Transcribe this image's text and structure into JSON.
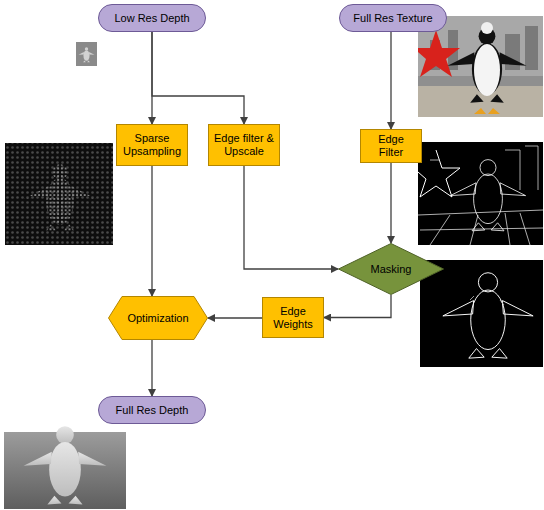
{
  "diagram": {
    "nodes": [
      {
        "text": [
          "Low Res Depth"
        ]
      },
      {
        "text": [
          "Full Res Texture"
        ]
      },
      {
        "text": [
          "Sparse Upsampling"
        ]
      },
      {
        "text": [
          "Edge filter & Upscale"
        ]
      },
      {
        "text": [
          "Edge Filter"
        ]
      },
      {
        "text": [
          "Masking"
        ]
      },
      {
        "text": [
          "Edge Weights"
        ]
      },
      {
        "text": [
          "Optimization"
        ]
      },
      {
        "text": [
          "Full Res Depth"
        ]
      }
    ],
    "edges": [
      {
        "from": 0,
        "to": 2,
        "arrow": "to"
      },
      {
        "from": 0,
        "to": 3,
        "arrow": "to"
      },
      {
        "from": 1,
        "to": 4,
        "arrow": "to"
      },
      {
        "from": 4,
        "to": 5,
        "arrow": "to"
      },
      {
        "from": 3,
        "to": 5,
        "arrow": "to"
      },
      {
        "from": 5,
        "to": 6,
        "arrow": "to"
      },
      {
        "from": 6,
        "to": 7,
        "arrow": "to"
      },
      {
        "from": 2,
        "to": 7,
        "arrow": "to"
      },
      {
        "from": 7,
        "to": 8,
        "arrow": "to"
      }
    ]
  }
}
